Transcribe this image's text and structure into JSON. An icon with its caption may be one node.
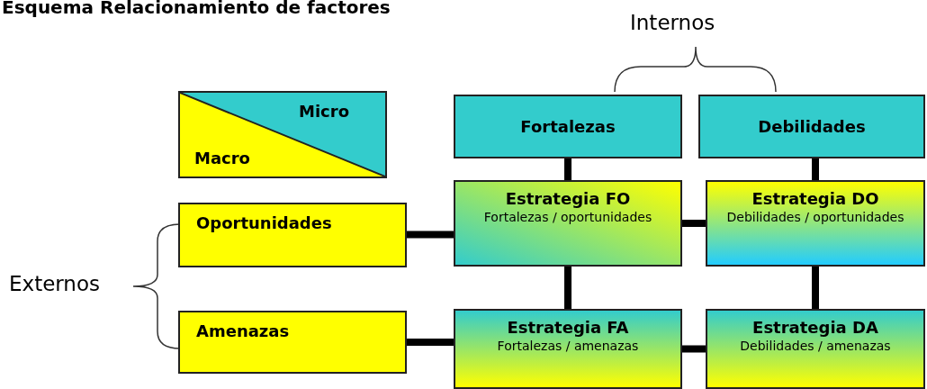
{
  "diagram": {
    "title": "Esquema Relacionamiento de factores",
    "nodes": [
      {
        "text": [
          "Micro",
          "Macro"
        ]
      },
      {
        "text": [
          "Fortalezas"
        ]
      },
      {
        "text": [
          "Debilidades"
        ]
      },
      {
        "text": [
          "Oportunidades"
        ]
      },
      {
        "text": [
          "Estrategia FO",
          "Fortalezas / oportunidades"
        ]
      },
      {
        "text": [
          "Estrategia DO",
          "Debilidades / oportunidades"
        ]
      },
      {
        "text": [
          "Amenazas"
        ]
      },
      {
        "text": [
          "Estrategia FA",
          "Fortalezas / amenazas"
        ]
      },
      {
        "text": [
          "Estrategia DA",
          "Debilidades / amenazas"
        ]
      }
    ],
    "edges": [
      {
        "from": 1,
        "to": 4,
        "arrow": "none"
      },
      {
        "from": 2,
        "to": 5,
        "arrow": "none"
      },
      {
        "from": 3,
        "to": 4,
        "arrow": "none"
      },
      {
        "from": 4,
        "to": 5,
        "arrow": "none"
      },
      {
        "from": 4,
        "to": 7,
        "arrow": "none"
      },
      {
        "from": 5,
        "to": 8,
        "arrow": "none"
      },
      {
        "from": 6,
        "to": 7,
        "arrow": "none"
      },
      {
        "from": 7,
        "to": 8,
        "arrow": "none"
      }
    ],
    "labels": [
      "Internos",
      "Externos"
    ]
  }
}
